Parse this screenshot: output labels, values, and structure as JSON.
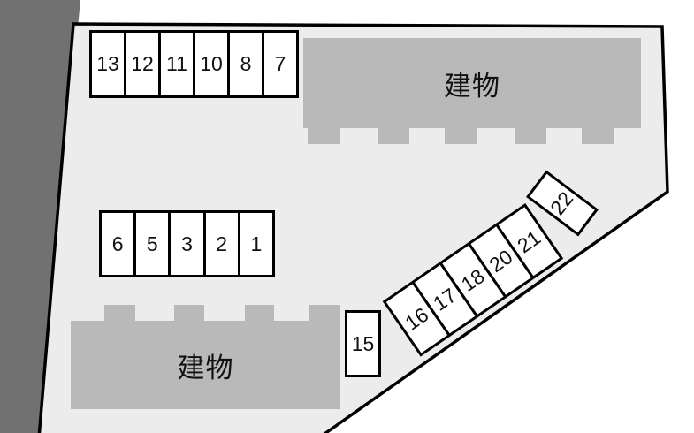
{
  "plan": {
    "buildings": [
      {
        "label": "建物"
      },
      {
        "label": "建物"
      }
    ],
    "rows": {
      "top": [
        "13",
        "12",
        "11",
        "10",
        "8",
        "7"
      ],
      "middle": [
        "6",
        "5",
        "3",
        "2",
        "1"
      ],
      "diagonal": [
        "16",
        "17",
        "18",
        "20",
        "21"
      ]
    },
    "space_15": "15",
    "space_22": "22",
    "colors": {
      "site_fill": "#ececec",
      "building_fill": "#b9b9b9",
      "offsite_strip": "#717171",
      "outline": "#000000",
      "space_fill": "#ffffff",
      "number_text": "#111111"
    }
  }
}
